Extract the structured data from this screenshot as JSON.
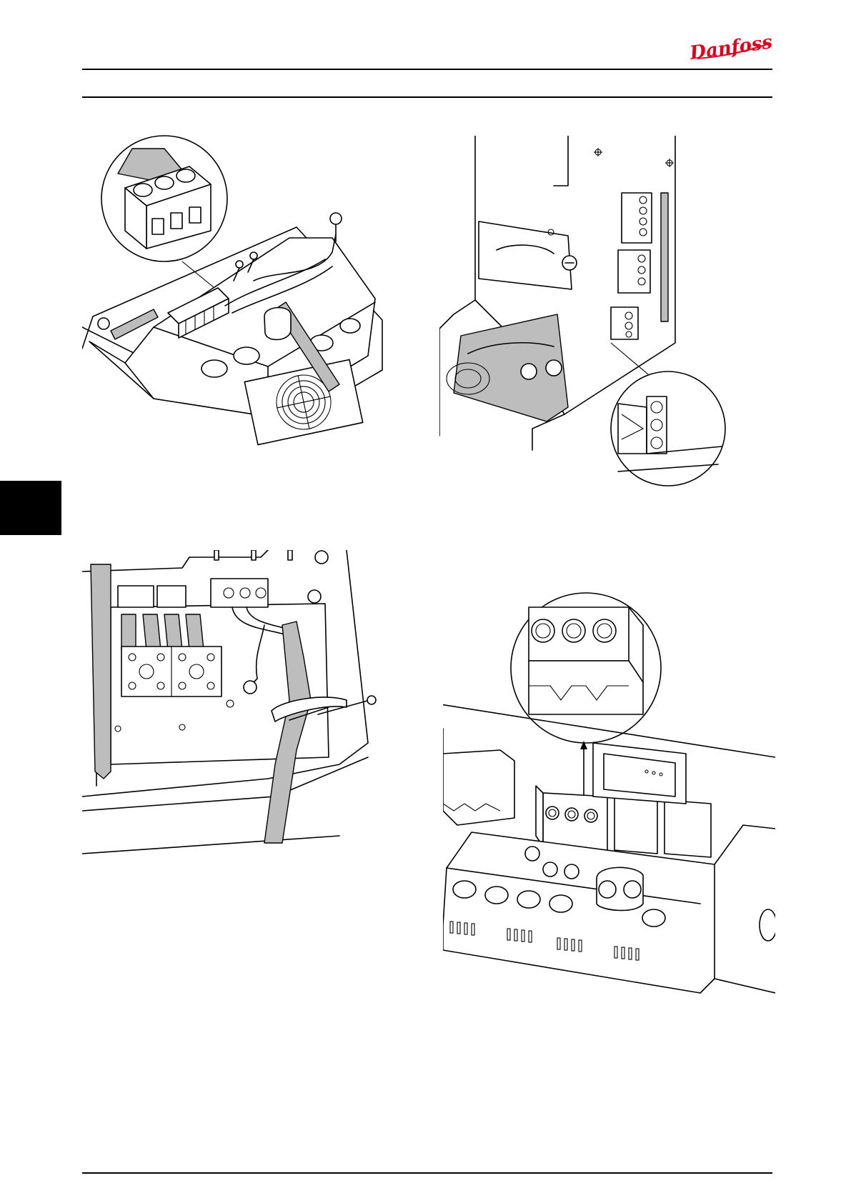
{
  "header": {
    "logo_text": "Danfoss",
    "brand_color": "#e2001a"
  },
  "chapter_tab": {
    "color": "#000000"
  },
  "figures": [
    {
      "icon": "terminal-connector-enclosure-illustration"
    },
    {
      "icon": "control-terminal-block-illustration"
    },
    {
      "icon": "cable-clamp-wiring-illustration"
    },
    {
      "icon": "power-terminal-plate-illustration"
    }
  ]
}
